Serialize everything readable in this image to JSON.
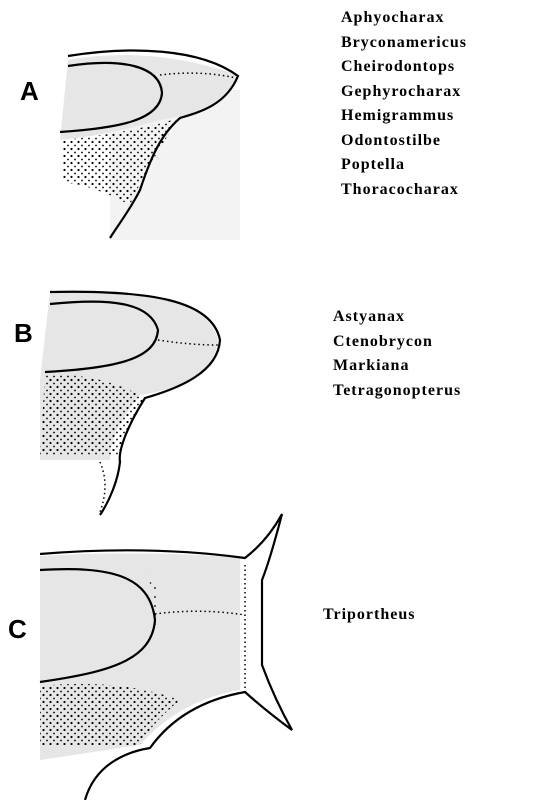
{
  "panels": [
    {
      "letter": "A",
      "genera": [
        "Aphyocharax",
        "Bryconamericus",
        "Cheirodontops",
        "Gephyrocharax",
        "Hemigrammus",
        "Odontostilbe",
        "Poptella",
        "Thoracocharax"
      ]
    },
    {
      "letter": "B",
      "genera": [
        "Astyanax",
        "Ctenobrycon",
        "Markiana",
        "Tetragonopterus"
      ]
    },
    {
      "letter": "C",
      "genera": [
        "Triportheus"
      ]
    }
  ],
  "colors": {
    "ink": "#000000",
    "shade": "#e8e8e8",
    "paper": "#ffffff"
  }
}
